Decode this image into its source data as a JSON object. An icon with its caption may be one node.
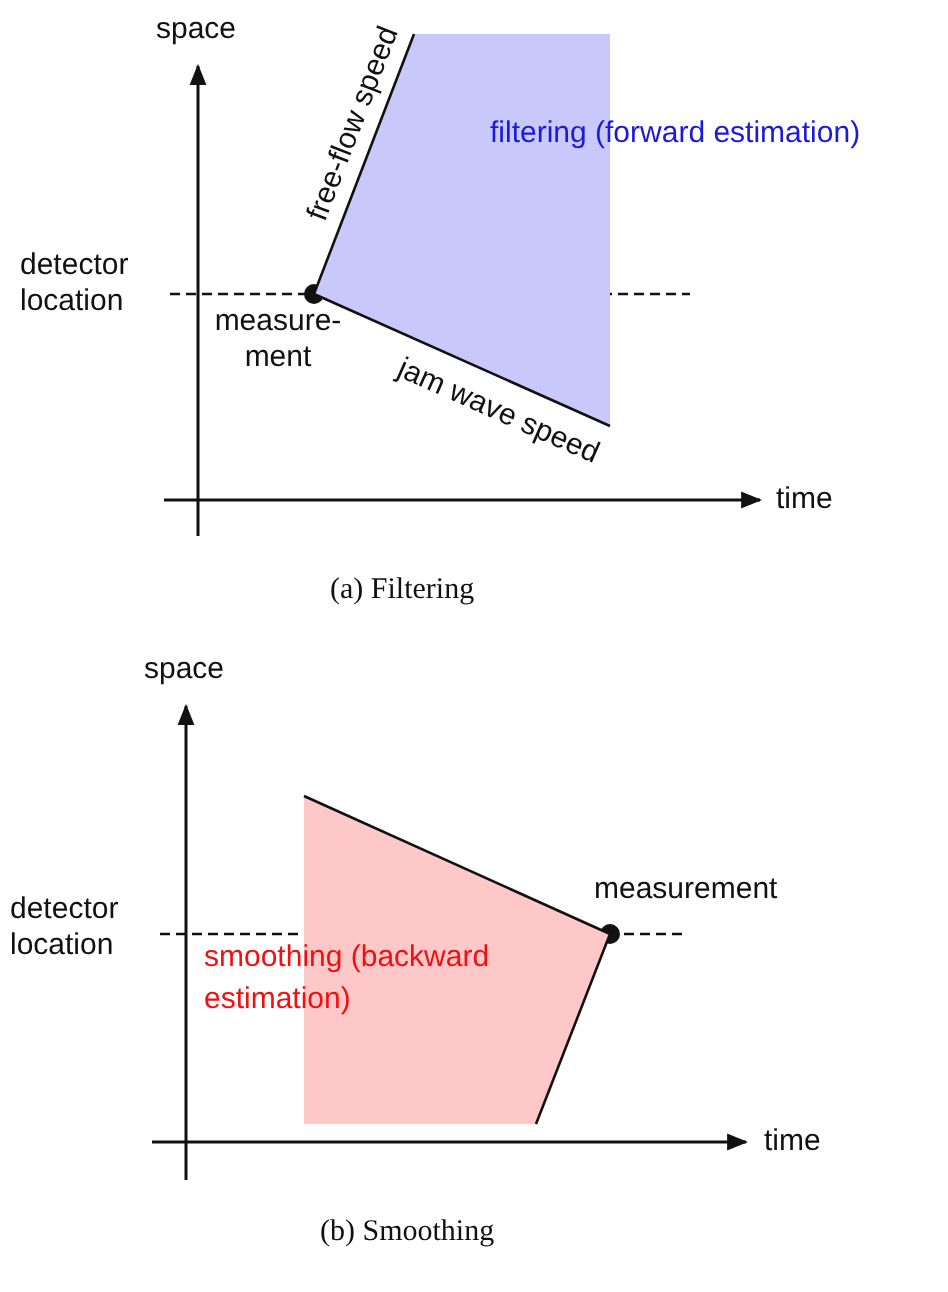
{
  "diagram": {
    "nodes": [
      {
        "text": [
          "filtering (forward estimation)"
        ]
      },
      {
        "text": [
          "smoothing (backward estimation)"
        ]
      }
    ],
    "labels": [
      "space",
      "free-flow speed",
      "detector location",
      "measure- ment",
      "jam wave speed",
      "time",
      "(a) Filtering",
      "space",
      "measurement",
      "detector location",
      "time",
      "(b) Smoothing"
    ]
  }
}
